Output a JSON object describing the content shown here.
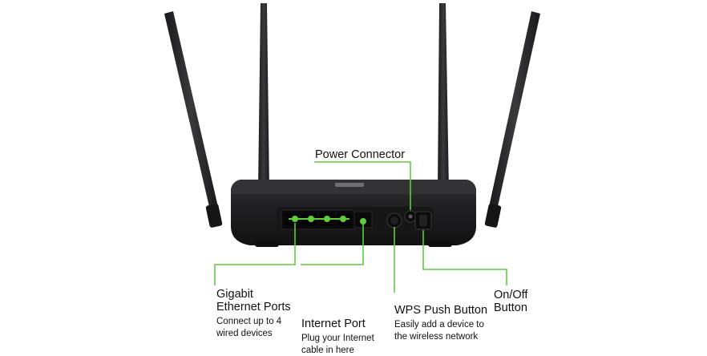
{
  "callouts": {
    "power": {
      "title": "Power Connector"
    },
    "gigabit": {
      "title_line1": "Gigabit",
      "title_line2": "Ethernet Ports",
      "desc_line1": "Connect up to 4",
      "desc_line2": "wired devices"
    },
    "internet": {
      "title": "Internet Port",
      "desc_line1": "Plug your Internet",
      "desc_line2": "cable in here"
    },
    "wps": {
      "title": "WPS Push Button",
      "desc_line1": "Easily add a device to",
      "desc_line2": "the wireless network"
    },
    "onoff": {
      "title_line1": "On/Off",
      "title_line2": "Button"
    }
  },
  "colors": {
    "accent_green": "#5fce3c",
    "router_body": "#1c1c1e",
    "antenna": "#232325",
    "background": "#ffffff"
  },
  "icons": [
    "router-image"
  ]
}
